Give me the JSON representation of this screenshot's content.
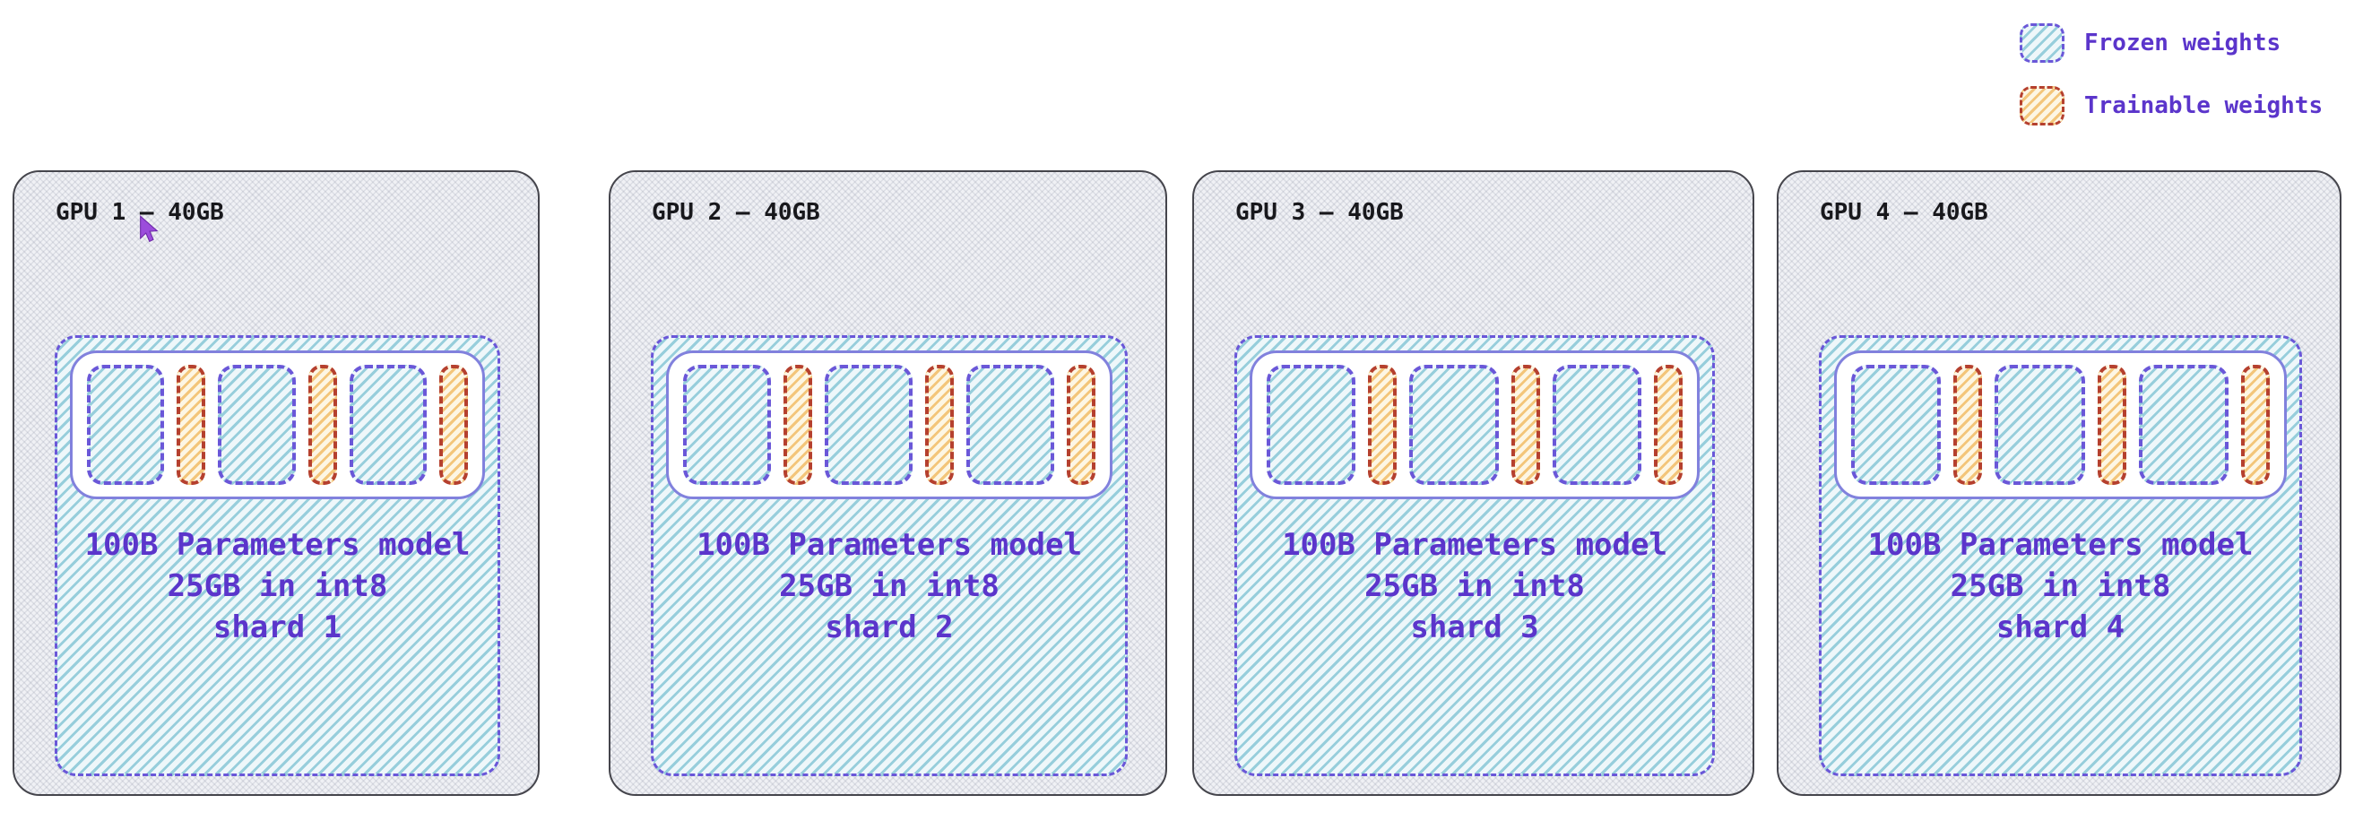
{
  "legend": {
    "items": [
      {
        "id": "frozen",
        "label": "Frozen weights"
      },
      {
        "id": "trainable",
        "label": "Trainable weights"
      }
    ]
  },
  "gpus": [
    {
      "title": "GPU 1 – 40GB",
      "caption": {
        "line1": "100B Parameters model",
        "line2": "25GB in int8",
        "line3": "shard 1"
      }
    },
    {
      "title": "GPU 2 – 40GB",
      "caption": {
        "line1": "100B Parameters model",
        "line2": "25GB in int8",
        "line3": "shard 2"
      }
    },
    {
      "title": "GPU 3 – 40GB",
      "caption": {
        "line1": "100B Parameters model",
        "line2": "25GB in int8",
        "line3": "shard 3"
      }
    },
    {
      "title": "GPU 4 – 40GB",
      "caption": {
        "line1": "100B Parameters model",
        "line2": "25GB in int8",
        "line3": "shard 4"
      }
    }
  ],
  "icons": {
    "cursor": "mouse-pointer"
  },
  "colors": {
    "frozen_fill": "#eef7fa",
    "frozen_stripe": "#5db2c7",
    "frozen_border": "#6a57d8",
    "trainable_fill": "#fdf6e4",
    "trainable_stripe": "#eeab40",
    "trainable_border": "#b5402e",
    "caption_text": "#5b35cb",
    "gpu_label_text": "#18181c",
    "card_border": "#45454c",
    "weights_bar_border": "#8181dd",
    "cursor_purple": "#9b4ddb"
  }
}
